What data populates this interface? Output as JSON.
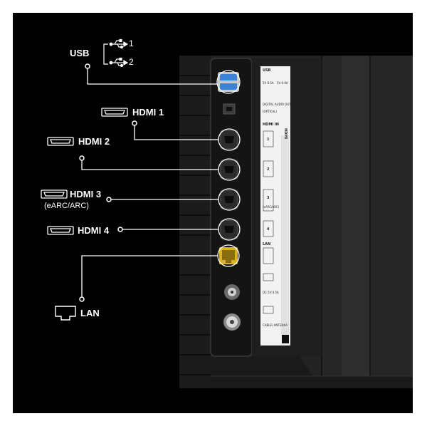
{
  "labels": {
    "usb": "USB",
    "usb_port_1": "1",
    "usb_port_2": "2",
    "hdmi1": "HDMI 1",
    "hdmi2": "HDMI 2",
    "hdmi3": "HDMI 3",
    "hdmi3_note": "(eARC/ARC)",
    "hdmi4": "HDMI 4",
    "lan": "LAN"
  },
  "panel_label": {
    "usb": "USB",
    "usb_spec_1": "5V 0.5A",
    "usb_spec_2": "5V 0.9A",
    "digital_audio_out": "DIGITAL AUDIO OUT",
    "optical": "(OPTICAL)",
    "hdmi_in": "HDMI IN",
    "hdmi_logo": "HDMI",
    "hdmi_ports": [
      "1",
      "2",
      "3",
      "4"
    ],
    "earc_arc": "(eARC/ARC)",
    "lan": "LAN",
    "dc_spec": "DC 5V 0.5A",
    "cable_antenna": "CABLE/ ANTENNA"
  },
  "colors": {
    "background": "#000000",
    "tv_body": "#2a2a2a",
    "port_panel": "#151515",
    "usb_blue": "#3b82d6",
    "lan_yellow": "#d9b12a",
    "callout_line": "#ffffff"
  }
}
